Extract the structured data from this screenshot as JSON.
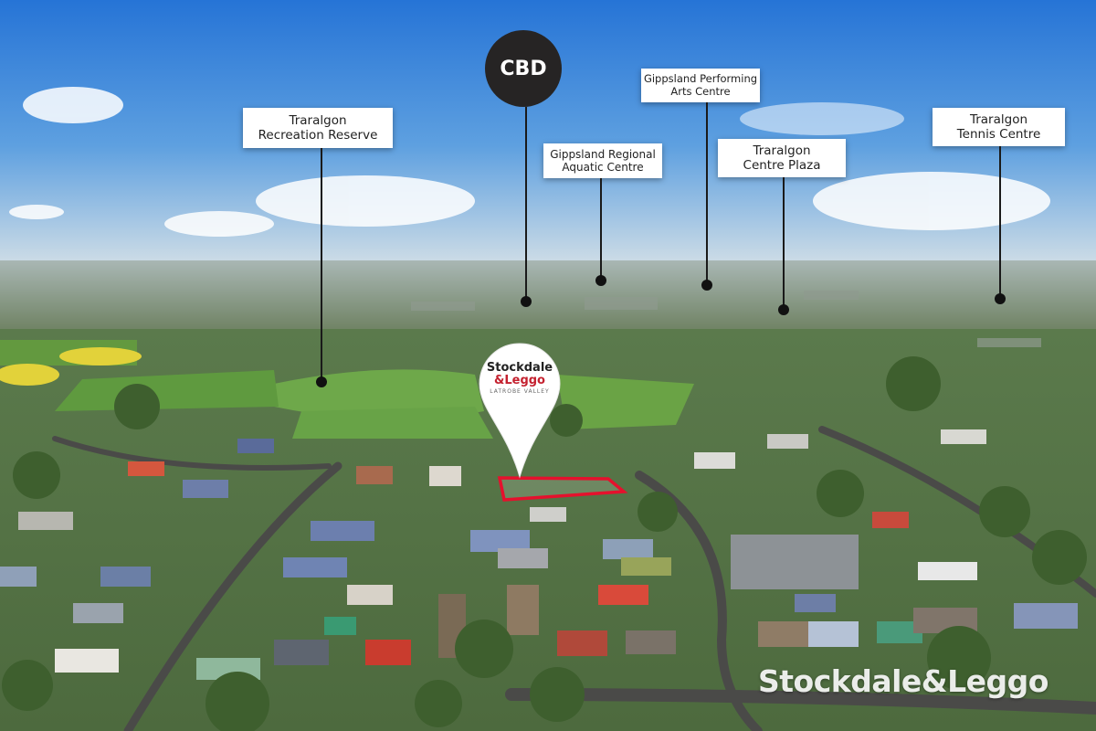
{
  "photo": {
    "subject": "Aerial photo over Traralgon with labelled landmarks and property boundary",
    "colors": {
      "sky_top": "#2f7fd8",
      "sky_horizon": "#c9dbe7",
      "boundary": "#e5112d",
      "pin": "#ffffff",
      "cbd_badge": "#262424"
    }
  },
  "landmarks": {
    "cbd": "CBD",
    "recreation_reserve": {
      "line1": "Traralgon",
      "line2": "Recreation Reserve"
    },
    "aquatic_centre": {
      "line1": "Gippsland Regional",
      "line2": "Aquatic Centre"
    },
    "performing_arts": {
      "line1": "Gippsland Performing",
      "line2": "Arts Centre"
    },
    "centre_plaza": {
      "line1": "Traralgon",
      "line2": "Centre Plaza"
    },
    "tennis_centre": {
      "line1": "Traralgon",
      "line2": "Tennis Centre"
    }
  },
  "pin": {
    "brand_line1": "Stockdale",
    "brand_line2": "&Leggo",
    "region": "LATROBE VALLEY"
  },
  "watermark": "Stockdale&Leggo"
}
